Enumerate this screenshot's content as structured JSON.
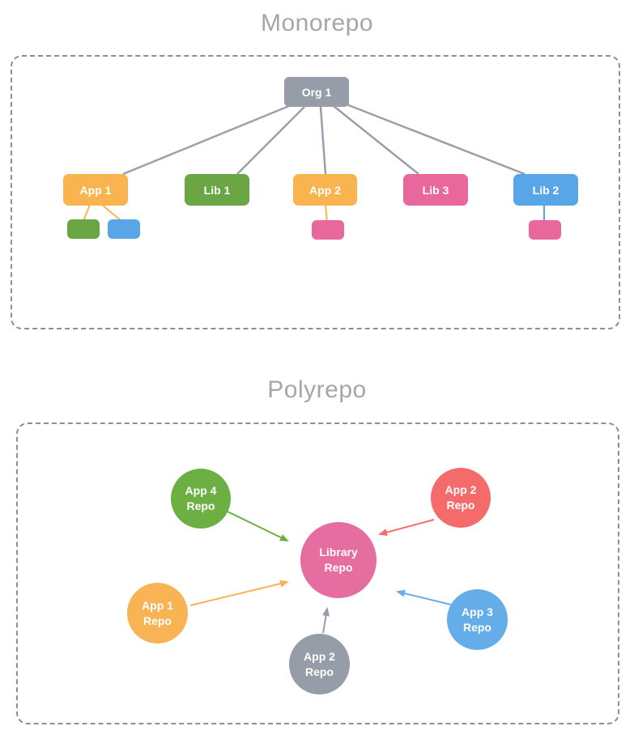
{
  "monorepo": {
    "title": "Monorepo",
    "border_color": "#8f8f8f",
    "edge_color": "#999fab",
    "nodes": [
      {
        "id": "org-1",
        "label": "Org 1",
        "color": "#969ca8"
      },
      {
        "id": "app-1",
        "label": "App 1",
        "color": "#f9b450"
      },
      {
        "id": "lib-1",
        "label": "Lib 1",
        "color": "#6aa744"
      },
      {
        "id": "app-2",
        "label": "App 2",
        "color": "#f9b450"
      },
      {
        "id": "lib-3",
        "label": "Lib 3",
        "color": "#e8679c"
      },
      {
        "id": "lib-2",
        "label": "Lib 2",
        "color": "#58a6e8"
      }
    ],
    "children": [
      {
        "parent": "app-1",
        "color": "#6aa744",
        "connector_color": "#f9b450"
      },
      {
        "parent": "app-1",
        "color": "#58a6e8",
        "connector_color": "#f9b450"
      },
      {
        "parent": "app-2",
        "color": "#e8679c",
        "connector_color": "#f9b450"
      },
      {
        "parent": "lib-2",
        "color": "#e8679c",
        "connector_color": "#58a6e8"
      }
    ]
  },
  "polyrepo": {
    "title": "Polyrepo",
    "border_color": "#8f8f8f",
    "center": {
      "label": "Library\nRepo",
      "color": "#e56d9f"
    },
    "satellites": [
      {
        "label": "App 4\nRepo",
        "color": "#6cb044",
        "arrow_color": "#6cb044"
      },
      {
        "label": "App 2\nRepo",
        "color": "#f56b6b",
        "arrow_color": "#f56b6b"
      },
      {
        "label": "App 1\nRepo",
        "color": "#f8b354",
        "arrow_color": "#f8b354"
      },
      {
        "label": "App 3\nRepo",
        "color": "#64ade8",
        "arrow_color": "#64ade8"
      },
      {
        "label": "App 2\nRepo",
        "color": "#969ca8",
        "arrow_color": "#969ca8"
      }
    ]
  }
}
